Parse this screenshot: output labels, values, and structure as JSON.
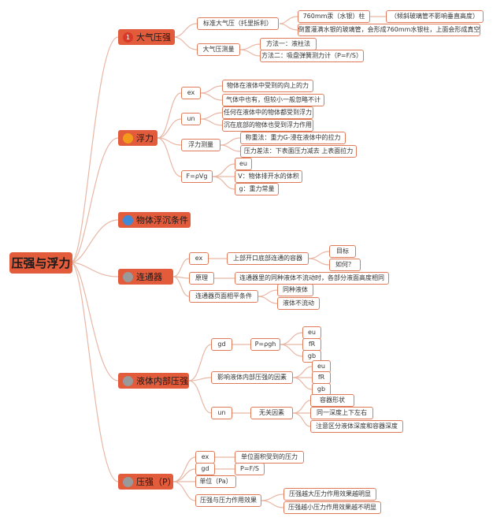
{
  "root": {
    "label": "压强与浮力"
  },
  "colors": {
    "main_fill": "#e25b3b",
    "line": "#e8b7a5",
    "node_border": "#e07b5a"
  },
  "b1": {
    "label": "大气压强",
    "icon": "number-1-badge",
    "icon_text": "1",
    "c1": "标准大气压（托里拆利）",
    "c1a": "760mm汞（水银）柱",
    "c1a1": "（倾斜玻璃管不影响垂直高度）",
    "c1b": "倒置灌满水银的玻璃管，会形成760mm水银柱，上面会形成真空",
    "c2": "大气压测量",
    "c2a": "方法一：液柱法",
    "c2b": "方法二：吸盘弹簧测力计（P=F/S）"
  },
  "b2": {
    "label": "浮力",
    "icon": "orange-circle",
    "ex": "ex",
    "ex1": "物体在液体中受到的向上的力",
    "ex2": "气体中也有，但较小一般忽略不计",
    "un": "un",
    "un1": "任何在液体中的物体都受到浮力",
    "un2": "沉在底部的物体也受到浮力作用",
    "m": "浮力测量",
    "m1": "称重法：重力G-浸在液体中的拉力",
    "m2": "压力差法：下表面压力减去 上表面拉力",
    "f": "F=ρVg",
    "f1": "eu",
    "f2": "V：物体排开水的体积",
    "f3": "g：重力常量"
  },
  "b3": {
    "label": "物体浮沉条件",
    "icon": "blue-circle"
  },
  "b4": {
    "label": "连通器",
    "icon": "gray-circle",
    "ex": "ex",
    "ex1": "上部开口底部连通的容器",
    "ex1a": "目标",
    "ex1b": "如何？",
    "p": "原理",
    "p1": "连通器里的同种液体不流动时，各部分液面高度相同",
    "c": "连通器页面相平条件",
    "c1": "同种液体",
    "c2": "液体不流动"
  },
  "b5": {
    "label": "液体内部压强",
    "icon": "gray-circle",
    "gd": "gd",
    "gd1": "P=ρgh",
    "gd1a": "eu",
    "gd1b": "fR",
    "gd1c": "gb",
    "f": "影响液体内部压强的因素",
    "f1": "eu",
    "f2": "fR",
    "f3": "gb",
    "un": "un",
    "un1": "无关因素",
    "un1a": "容器形状",
    "un1b": "同一深度上下左右",
    "un1c": "注意区分液体深度和容器深度"
  },
  "b6": {
    "label": "压强（P）",
    "icon": "gray-circle",
    "ex": "ex",
    "ex1": "单位面积受到的压力",
    "gd": "gd",
    "gd1": "P=F/S",
    "unit": "单位（Pa）",
    "e": "压强与压力作用效果",
    "e1": "压强越大压力作用效果越明显",
    "e2": "压强越小压力作用效果越不明显"
  }
}
